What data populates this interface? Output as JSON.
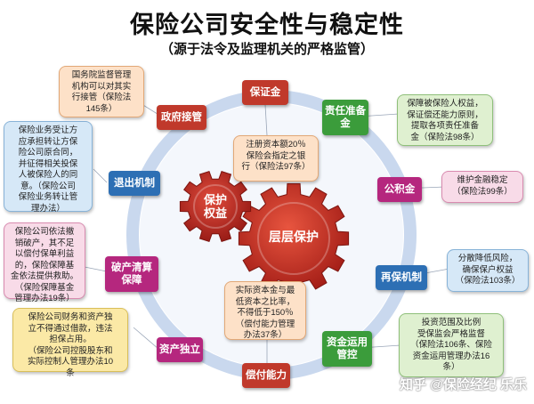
{
  "title": "保险公司安全性与稳定性",
  "subtitle": "（源于法令及监理机关的严格监管）",
  "gears": {
    "big": "层层保护",
    "small": "保护\n权益"
  },
  "nodes": {
    "baozhengjin": "保证金",
    "zeren": "责任准备\n金",
    "gongjijin": "公积金",
    "zaibaoxian": "再保机制",
    "zijin": "资金运用\n管控",
    "changfu": "偿付能力",
    "zichan": "资产独立",
    "pochan": "破产清算\n保障",
    "tuichu": "退出机制",
    "zhengfu": "政府接管"
  },
  "boxes": {
    "baozhengjin": "注册资本额20％\n保险会指定之银\n行（保险法97条）",
    "zeren": "保障被保险人权益，\n保证偿还能力原则，\n提取各项责任准备\n金（保险法98条）",
    "gongjijin": "维护金融稳定\n（保险法99条）",
    "zaibaoxian": "分散降低风险，\n确保保户权益\n（保险法103条）",
    "zijin": "投资范围及比例\n受保监会严格监督\n（保险法106条、保险\n资金运用管理办法16\n条）",
    "changfu": "实际资本金与最\n低资本之比率，\n不得低于150％\n（偿付能力管理\n办法37条）",
    "zichan": "保险公司财务和资产独\n立不得通过借款，违法\n担保占用。\n（保险公司控股股东和\n实际控制人管理办法10\n条",
    "pochan": "保险公司依法撤\n销破产，其不足\n以偿付保单利益\n的，保险保障基\n金依法提供救助。\n（保险保障基金\n管理办法19条）",
    "tuichu": "保险业务受让方\n应承担转让方保\n险公司原合同，\n并征得相关投保\n人被保险人的同\n意。（保险公司\n保险业务转让管\n理办法）",
    "zhengfu": "国务院监督管理\n机构可以对其实\n行接管（保险法\n145条）"
  },
  "watermark": "知乎 @保险经纪 乐乐",
  "colors": {
    "ring": "#c9d8ee",
    "gear_big": "#c8281e",
    "gear_small": "#b82820",
    "red": "#c0392b",
    "green": "#3b9c3b",
    "magenta": "#b5277e",
    "blue": "#2d6fb4",
    "yellow_box": "#fbe9a6",
    "green_box": "#dff0d0",
    "blue_box": "#d6e8f7",
    "pink_box": "#f8dbe8",
    "peach_box": "#fde1c8"
  }
}
